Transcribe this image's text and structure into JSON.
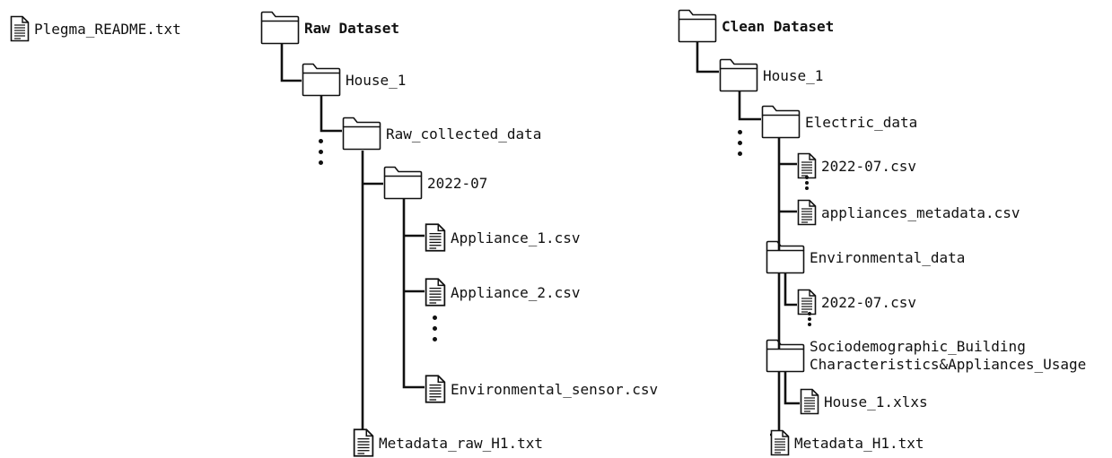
{
  "colors": {
    "ink": "#111111",
    "background": "#ffffff"
  },
  "readme": {
    "label": "Plegma_README.txt",
    "icon": "document-icon"
  },
  "raw": {
    "root": {
      "label": "Raw Dataset",
      "icon": "folder-icon"
    },
    "house": {
      "label": "House_1",
      "icon": "folder-icon"
    },
    "collected": {
      "label": "Raw_collected_data",
      "icon": "folder-icon"
    },
    "month": {
      "label": "2022-07",
      "icon": "folder-icon"
    },
    "files": [
      {
        "label": "Appliance_1.csv",
        "icon": "document-icon"
      },
      {
        "label": "Appliance_2.csv",
        "icon": "document-icon"
      },
      {
        "label": "Environmental_sensor.csv",
        "icon": "document-icon"
      }
    ],
    "metadata": {
      "label": "Metadata_raw_H1.txt",
      "icon": "document-icon"
    }
  },
  "clean": {
    "root": {
      "label": "Clean Dataset",
      "icon": "folder-icon"
    },
    "house": {
      "label": "House_1",
      "icon": "folder-icon"
    },
    "electric": {
      "label": "Electric_data",
      "icon": "folder-icon"
    },
    "electric_files": [
      {
        "label": "2022-07.csv",
        "icon": "document-icon"
      },
      {
        "label": "appliances_metadata.csv",
        "icon": "document-icon"
      }
    ],
    "environmental": {
      "label": "Environmental_data",
      "icon": "folder-icon"
    },
    "environmental_file": {
      "label": "2022-07.csv",
      "icon": "document-icon"
    },
    "socio": {
      "label": "Sociodemographic_Building\nCharacteristics&Appliances_Usage",
      "icon": "folder-icon"
    },
    "socio_file": {
      "label": "House_1.xlxs",
      "icon": "document-icon"
    },
    "metadata": {
      "label": "Metadata_H1.txt",
      "icon": "document-icon"
    }
  }
}
